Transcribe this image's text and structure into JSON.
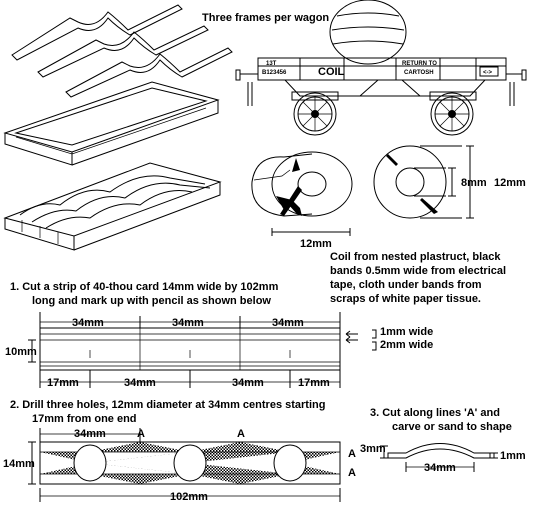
{
  "top": {
    "frames_caption": "Three frames per wagon",
    "coil_caption_1": "Coil from nested plastruct, black",
    "coil_caption_2": "bands 0.5mm wide from electrical",
    "coil_caption_3": "tape, cloth under bands from",
    "coil_caption_4": "scraps of white paper tissue.",
    "dim_8mm": "8mm",
    "dim_12mm_right": "12mm",
    "dim_12mm_bottom": "12mm"
  },
  "wagon": {
    "plate_13t": "13T",
    "plate_number": "B123456",
    "plate_coil": "COIL",
    "plate_return_1": "RETURN TO",
    "plate_return_2": "CARTOSH"
  },
  "step1": {
    "line1": "1.  Cut a strip of 40-thou card 14mm wide by 102mm",
    "line2": "long and mark up with pencil as shown below",
    "top_dims": [
      "34mm",
      "34mm",
      "34mm"
    ],
    "height_dim": "10mm",
    "wide_1": "1mm wide",
    "wide_2": "2mm wide",
    "bottom_dims": [
      "17mm",
      "34mm",
      "34mm",
      "17mm"
    ]
  },
  "step2": {
    "line1": "2.  Drill three holes, 12mm diameter at 34mm centres starting",
    "line2": "17mm from one end",
    "dim_34": "34mm",
    "label_a": "A",
    "height_dim": "14mm",
    "length_dim": "102mm"
  },
  "step3": {
    "line1": "3.  Cut along lines 'A' and",
    "line2": "carve or sand to shape",
    "dim_3mm": "3mm",
    "dim_1mm": "1mm",
    "dim_34mm": "34mm"
  }
}
